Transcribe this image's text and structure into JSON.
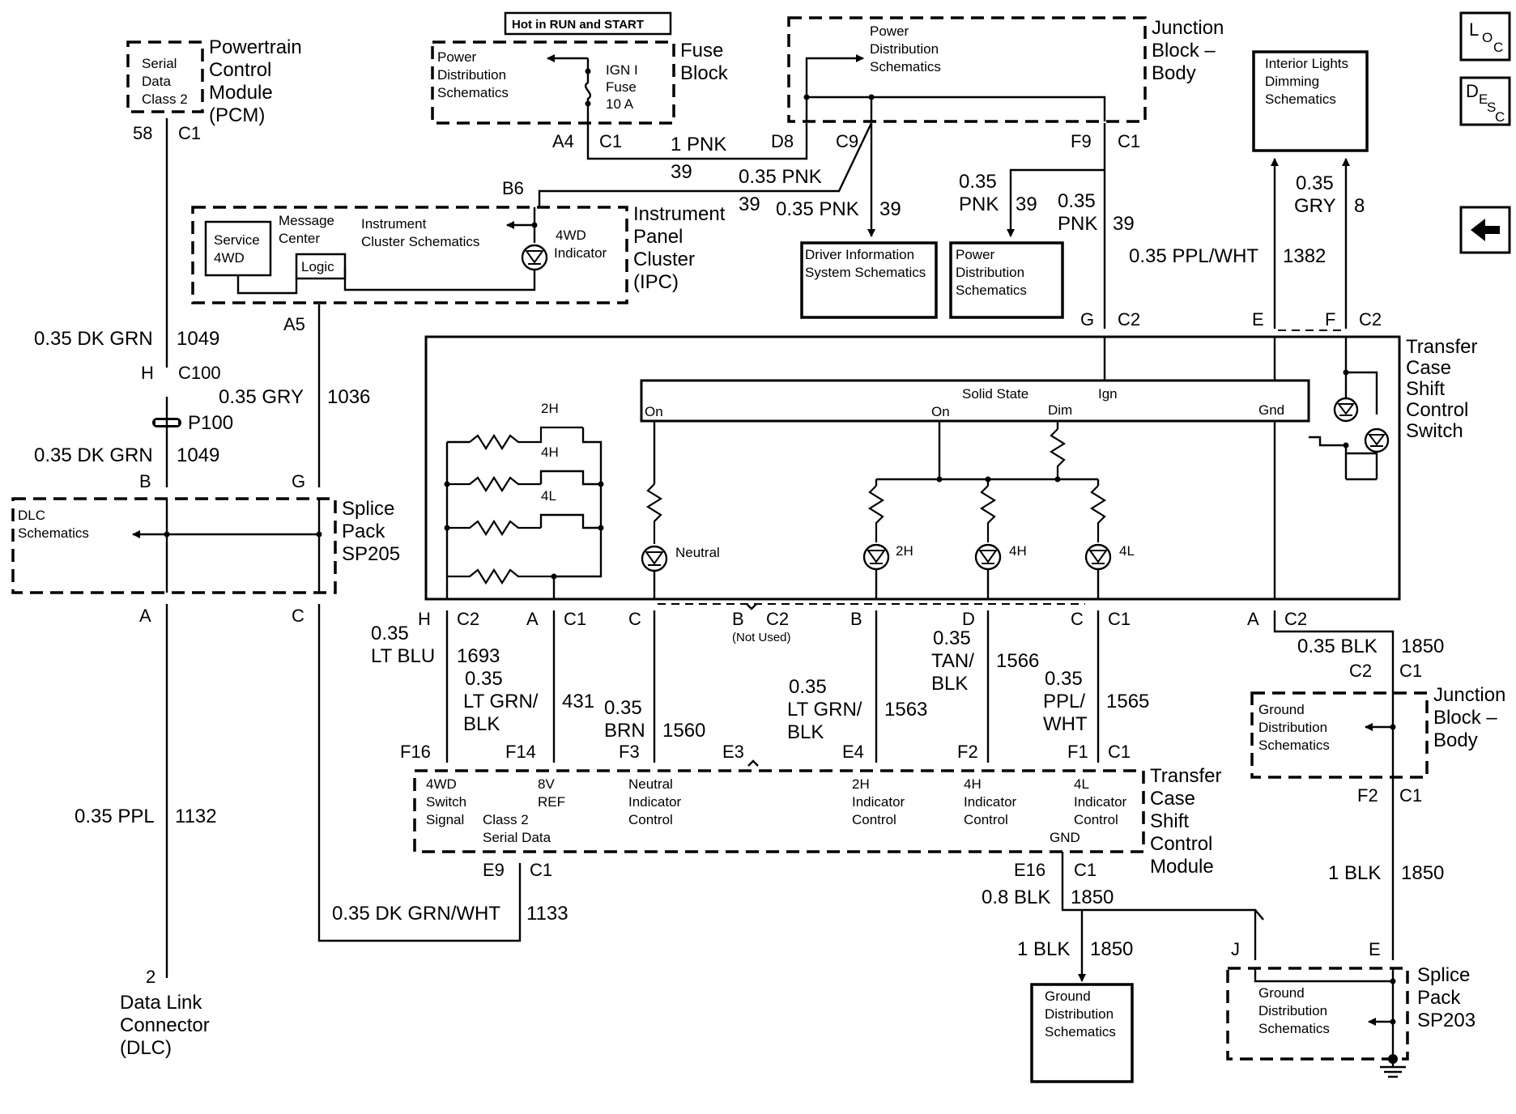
{
  "nav": {
    "loc": [
      "L",
      "O",
      "C"
    ],
    "desc": [
      "D",
      "E",
      "S",
      "C"
    ]
  },
  "fuse_block": {
    "banner": "Hot in RUN and START",
    "title": [
      "Fuse",
      "Block"
    ],
    "pd": [
      "Power",
      "Distribution",
      "Schematics"
    ],
    "fuse": [
      "IGN I",
      "Fuse",
      "10 A"
    ],
    "pin": "A4",
    "conn": "C1"
  },
  "pcm": {
    "title": [
      "Powertrain",
      "Control",
      "Module",
      "(PCM)"
    ],
    "inner": [
      "Serial",
      "Data",
      "Class 2"
    ],
    "pin": "58",
    "conn": "C1"
  },
  "jb_top": {
    "title": [
      "Junction",
      "Block –",
      "Body"
    ],
    "pd": [
      "Power",
      "Distribution",
      "Schematics"
    ],
    "pin_d8": "D8",
    "pin_c9": "C9",
    "pin_f9": "F9",
    "conn": "C1"
  },
  "ipc": {
    "title": [
      "Instrument",
      "Panel",
      "Cluster",
      "(IPC)"
    ],
    "pin_b6": "B6",
    "pin_a5": "A5",
    "service": [
      "Service",
      "4WD"
    ],
    "msg": [
      "Message",
      "Center"
    ],
    "logic": "Logic",
    "ic": [
      "Instrument",
      "Cluster Schematics"
    ],
    "ind": [
      "4WD",
      "Indicator"
    ]
  },
  "interior": [
    "Interior Lights",
    "Dimming",
    "Schematics"
  ],
  "dis": [
    "Driver Information",
    "System Schematics"
  ],
  "pd2": [
    "Power",
    "Distribution",
    "Schematics"
  ],
  "wires": {
    "w1pnk": "1 PNK",
    "n39a": "39",
    "w035pnk_a": "0.35 PNK",
    "n39b": "39",
    "w035pnk_b": "0.35 PNK",
    "n39c": "39",
    "w035pnk_c": [
      "0.35",
      "PNK"
    ],
    "n39d": "39",
    "w035pnk_d": [
      "0.35",
      "PNK"
    ],
    "n39e": "39",
    "gry8": [
      "0.35",
      "GRY"
    ],
    "n8": "8",
    "pplwht": "0.35 PPL/WHT",
    "n1382": "1382",
    "dkgrn1": "0.35 DK GRN",
    "n1049a": "1049",
    "dkgrn2": "0.35 DK GRN",
    "n1049b": "1049",
    "gry1036": "0.35 GRY",
    "n1036": "1036",
    "ppl": "0.35 PPL",
    "n1132": "1132",
    "dkgrnwht": "0.35 DK GRN/WHT",
    "n1133": "1133",
    "ltblu": [
      "0.35",
      "LT BLU"
    ],
    "n1693": "1693",
    "ltgrnblk431": [
      "0.35",
      "LT GRN/",
      "BLK"
    ],
    "n431": "431",
    "brn": [
      "0.35",
      "BRN"
    ],
    "n1560": "1560",
    "ltgrnblk1563": [
      "0.35",
      "LT GRN/",
      "BLK"
    ],
    "n1563": "1563",
    "tanblk": [
      "0.35",
      "TAN/",
      "BLK"
    ],
    "n1566": "1566",
    "pplwht1565": [
      "0.35",
      "PPL/",
      "WHT"
    ],
    "n1565": "1565",
    "blk035": "0.35 BLK",
    "n1850a": "1850",
    "blk1": "1 BLK",
    "n1850b": "1850",
    "blk08": "0.8 BLK",
    "n1850c": "1850",
    "blk1b": "1 BLK",
    "n1850d": "1850"
  },
  "c100": {
    "h": "H",
    "conn": "C100",
    "p100": "P100"
  },
  "sp205": {
    "title": [
      "Splice",
      "Pack",
      "SP205"
    ],
    "dlc": [
      "DLC",
      "Schematics"
    ],
    "b": "B",
    "g": "G",
    "a": "A",
    "c": "C"
  },
  "dlc": {
    "pin": "2",
    "title": [
      "Data Link",
      "Connector",
      "(DLC)"
    ]
  },
  "tcss": {
    "title": [
      "Transfer",
      "Case",
      "Shift",
      "Control",
      "Switch"
    ],
    "solid": "Solid State",
    "on1": "On",
    "on2": "On",
    "dim": "Dim",
    "ign": "Ign",
    "gnd": "Gnd",
    "sw2h": "2H",
    "sw4h": "4H",
    "sw4l": "4L",
    "neutral": "Neutral",
    "l2h": "2H",
    "l4h": "4H",
    "l4l": "4L",
    "top_g": "G",
    "top_c2a": "C2",
    "top_e": "E",
    "top_f": "F",
    "top_c2b": "C2",
    "b_h": "H",
    "b_c2a": "C2",
    "b_a": "A",
    "b_c1a": "C1",
    "b_c": "C",
    "b_b": "B",
    "b_c2b": "C2",
    "notused": "(Not Used)",
    "b_b2": "B",
    "b_d": "D",
    "b_c3": "C",
    "b_c1b": "C1",
    "b_a2": "A",
    "b_c2c": "C2"
  },
  "tccm": {
    "title": [
      "Transfer",
      "Case",
      "Shift",
      "Control",
      "Module"
    ],
    "f16": "F16",
    "f14": "F14",
    "f3": "F3",
    "e3": "E3",
    "e4": "E4",
    "f2": "F2",
    "f1": "F1",
    "c1": "C1",
    "sig": [
      "4WD",
      "Switch",
      "Signal"
    ],
    "ref": [
      "8V",
      "REF"
    ],
    "class2": [
      "Class 2",
      "Serial Data"
    ],
    "nic": [
      "Neutral",
      "Indicator",
      "Control"
    ],
    "h2": [
      "2H",
      "Indicator",
      "Control"
    ],
    "h4": [
      "4H",
      "Indicator",
      "Control"
    ],
    "l4": [
      "4L",
      "Indicator",
      "Control"
    ],
    "gnd": "GND",
    "e9": "E9",
    "c1b": "C1",
    "e16": "E16",
    "c1c": "C1"
  },
  "jb_right": {
    "title": [
      "Junction",
      "Block –",
      "Body"
    ],
    "gd": [
      "Ground",
      "Distribution",
      "Schematics"
    ],
    "c2": "C2",
    "c1": "C1",
    "f2": "F2",
    "c1b": "C1"
  },
  "sp203": {
    "title": [
      "Splice",
      "Pack",
      "SP203"
    ],
    "gd": [
      "Ground",
      "Distribution",
      "Schematics"
    ],
    "j": "J",
    "e": "E"
  },
  "gd_box": [
    "Ground",
    "Distribution",
    "Schematics"
  ]
}
